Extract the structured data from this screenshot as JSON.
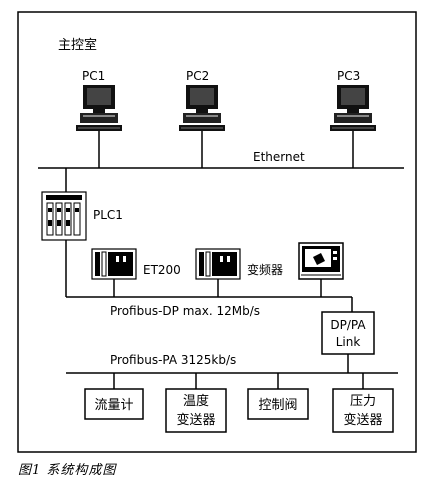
{
  "room": "主控室",
  "pcs": [
    "PC1",
    "PC2",
    "PC3"
  ],
  "ethernet": "Ethernet",
  "plc": "PLC1",
  "et200": "ET200",
  "inverter": "变频器",
  "profibus_dp": "Profibus-DP  max. 12Mb/s",
  "gateway": {
    "line1": "DP/PA",
    "line2": "Link"
  },
  "profibus_pa": "Profibus-PA  3125kb/s",
  "devices": [
    {
      "line1": "流量计",
      "line2": ""
    },
    {
      "line1": "温度",
      "line2": "变送器"
    },
    {
      "line1": "控制阀",
      "line2": ""
    },
    {
      "line1": "压力",
      "line2": "变送器"
    }
  ],
  "caption": "图1   系统构成图"
}
